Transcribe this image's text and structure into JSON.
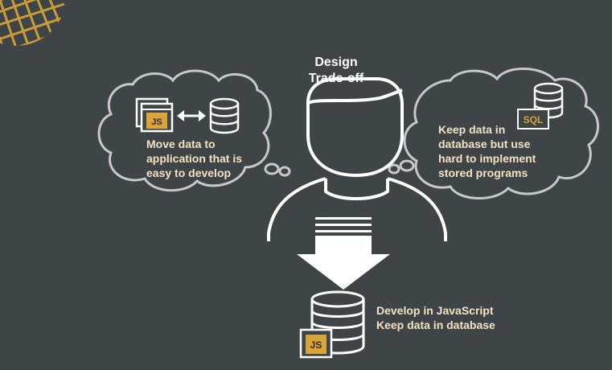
{
  "diagram": {
    "title": {
      "line1": "Design",
      "line2": "Trade-off"
    },
    "left_thought": {
      "icon_badge": "JS",
      "lines": [
        "Move data to",
        "application that is",
        "easy to develop"
      ]
    },
    "right_thought": {
      "icon_badge": "SQL",
      "lines": [
        "Keep data in",
        "database but use",
        "hard to implement",
        "stored programs"
      ]
    },
    "result": {
      "icon_badge": "JS",
      "lines": [
        "Develop in JavaScript",
        "Keep data in database"
      ]
    }
  },
  "colors": {
    "background": "#3f4446",
    "outline": "#ffffff",
    "cloud": "#c8c8c8",
    "accent_gold": "#d9a53a",
    "text": "#f2e3c2"
  }
}
